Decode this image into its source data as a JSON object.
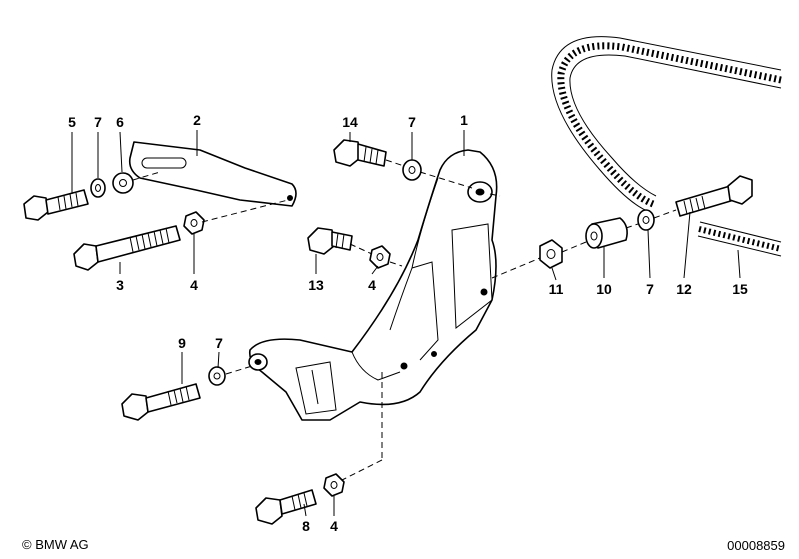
{
  "callouts": [
    {
      "id": "c5",
      "label": "5"
    },
    {
      "id": "c7a",
      "label": "7"
    },
    {
      "id": "c6",
      "label": "6"
    },
    {
      "id": "c2",
      "label": "2"
    },
    {
      "id": "c14",
      "label": "14"
    },
    {
      "id": "c7b",
      "label": "7"
    },
    {
      "id": "c1",
      "label": "1"
    },
    {
      "id": "c3",
      "label": "3"
    },
    {
      "id": "c4a",
      "label": "4"
    },
    {
      "id": "c13",
      "label": "13"
    },
    {
      "id": "c4b",
      "label": "4"
    },
    {
      "id": "c11",
      "label": "11"
    },
    {
      "id": "c10",
      "label": "10"
    },
    {
      "id": "c7c",
      "label": "7"
    },
    {
      "id": "c12",
      "label": "12"
    },
    {
      "id": "c15",
      "label": "15"
    },
    {
      "id": "c9",
      "label": "9"
    },
    {
      "id": "c7d",
      "label": "7"
    },
    {
      "id": "c8",
      "label": "8"
    },
    {
      "id": "c4c",
      "label": "4"
    }
  ],
  "footer": {
    "copyright": "© BMW AG",
    "doc_number": "00008859"
  }
}
